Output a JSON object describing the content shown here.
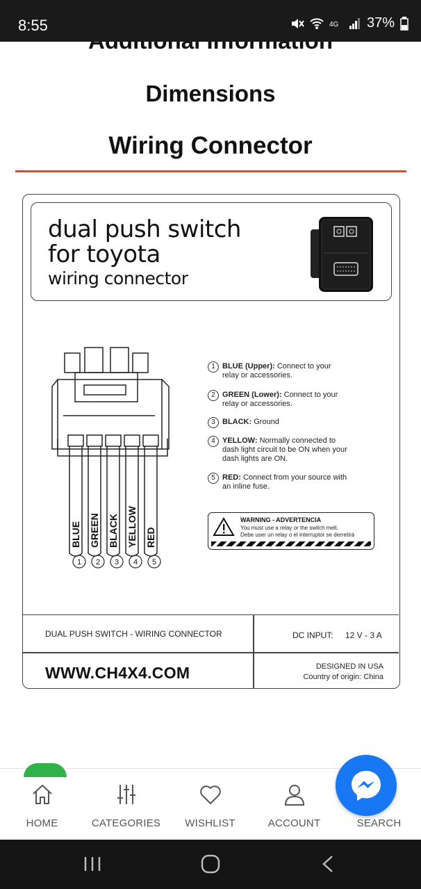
{
  "status_bar": {
    "time": "8:55",
    "battery": "37%",
    "icons": [
      "mute-icon",
      "wifi-icon",
      "4g-icon",
      "signal-icon",
      "battery-icon"
    ]
  },
  "content": {
    "heading_cut": "Additional Information",
    "heading_dimensions": "Dimensions",
    "heading_wiring": "Wiring Connector",
    "accent_color": "#d9492b"
  },
  "diagram": {
    "title_line1": "dual push switch",
    "title_line2": "for toyota",
    "title_line3": "wiring connector",
    "wires": [
      {
        "num": "1",
        "color": "BLUE"
      },
      {
        "num": "2",
        "color": "GREEN"
      },
      {
        "num": "3",
        "color": "BLACK"
      },
      {
        "num": "4",
        "color": "YELLOW"
      },
      {
        "num": "5",
        "color": "RED"
      }
    ],
    "legend": [
      {
        "num": "1",
        "label": "BLUE (Upper):",
        "text": "Connect to your relay or accessories."
      },
      {
        "num": "2",
        "label": "GREEN (Lower):",
        "text": "Connect to your relay or accessories."
      },
      {
        "num": "3",
        "label": "BLACK:",
        "text": "Ground"
      },
      {
        "num": "4",
        "label": "YELLOW:",
        "text": "Normally connected to dash light circuit to be ON when your dash lights are ON."
      },
      {
        "num": "5",
        "label": "RED:",
        "text": "Connect from your source with an inline fuse."
      }
    ],
    "warning": {
      "title": "WARNING - ADVERTENCIA",
      "line1": "You must use a relay or the switch melt.",
      "line2": "Debe user un relay o el interruptor se derretirá"
    },
    "footer": {
      "name": "DUAL PUSH SWITCH - WIRING CONNECTOR",
      "dc_label": "DC INPUT:",
      "dc_value": "12 V - 3 A",
      "url": "WWW.CH4X4.COM",
      "designed": "DESIGNED IN USA",
      "origin": "Country of origin: China"
    }
  },
  "bottom_nav": {
    "items": [
      {
        "label": "HOME",
        "icon": "home-icon"
      },
      {
        "label": "CATEGORIES",
        "icon": "categories-icon"
      },
      {
        "label": "WISHLIST",
        "icon": "heart-icon"
      },
      {
        "label": "ACCOUNT",
        "icon": "account-icon"
      },
      {
        "label": "SEARCH",
        "icon": "search-icon"
      }
    ],
    "messenger_color": "#1877f2"
  },
  "system_nav": {
    "buttons": [
      "recents-icon",
      "home-button-icon",
      "back-icon"
    ]
  }
}
